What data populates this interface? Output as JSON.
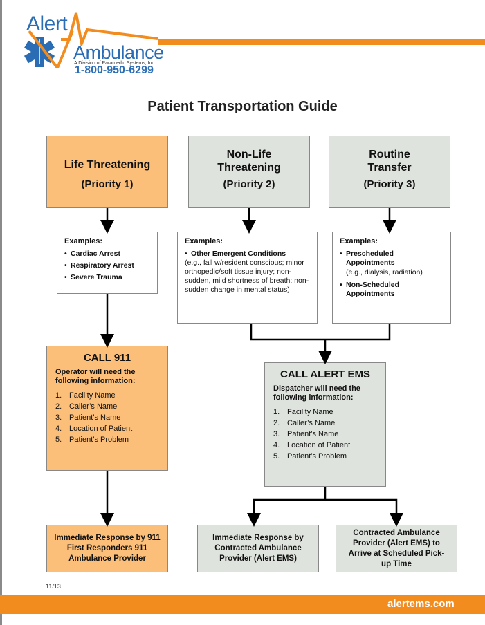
{
  "logo": {
    "word1": "Alert",
    "word2": "Ambulance",
    "subtitle": "A Division of Paramedic Systems, Inc",
    "phone": "1-800-950-6299"
  },
  "title": "Patient Transportation Guide",
  "columns": {
    "life": {
      "header": "Life Threatening",
      "priority": "(Priority 1)"
    },
    "nonlife": {
      "header": "Non-Life Threatening",
      "priority": "(Priority 2)"
    },
    "routine": {
      "header": "Routine Transfer",
      "priority": "(Priority 3)"
    }
  },
  "examples": {
    "life": {
      "heading": "Examples:",
      "items": [
        "Cardiac Arrest",
        "Respiratory Arrest",
        "Severe Trauma"
      ]
    },
    "nonlife": {
      "heading": "Examples:",
      "item": "Other Emergent Conditions",
      "detail": "(e.g., fall w/resident conscious; minor orthopedic/soft tissue injury; non-sudden, mild shortness of breath; non-sudden change in mental status)"
    },
    "routine": {
      "heading": "Examples:",
      "item1": "Prescheduled Appointments",
      "item1_detail": "(e.g., dialysis, radiation)",
      "item2": "Non-Scheduled Appointments"
    }
  },
  "call911": {
    "title": "CALL 911",
    "sub": "Operator will need the following information:",
    "items": [
      {
        "n": "1.",
        "t": "Facility Name"
      },
      {
        "n": "2.",
        "t": "Caller’s Name"
      },
      {
        "n": "3.",
        "t": "Patient’s Name"
      },
      {
        "n": "4.",
        "t": "Location of Patient"
      },
      {
        "n": "5.",
        "t": "Patient’s Problem"
      }
    ]
  },
  "callems": {
    "title": "CALL ALERT EMS",
    "sub": "Dispatcher will need the following information:",
    "items": [
      {
        "n": "1.",
        "t": "Facility Name"
      },
      {
        "n": "2.",
        "t": "Caller’s Name"
      },
      {
        "n": "3.",
        "t": "Patient’s Name"
      },
      {
        "n": "4.",
        "t": "Location of Patient"
      },
      {
        "n": "5.",
        "t": "Patient’s Problem"
      }
    ]
  },
  "responses": {
    "r911": "Immediate Response by 911 First Responders 911 Ambulance Provider",
    "rems": "Immediate Response by Contracted Ambulance Provider (Alert EMS)",
    "rsched": "Contracted Ambulance Provider (Alert EMS) to Arrive at Scheduled Pick-up Time"
  },
  "footer": {
    "date": "11/13",
    "url": "alertems.com"
  },
  "colors": {
    "orange": "#f28c1e",
    "blue": "#2a6db5",
    "box_orange": "#fbbf7a",
    "box_gray": "#dfe3dd"
  }
}
